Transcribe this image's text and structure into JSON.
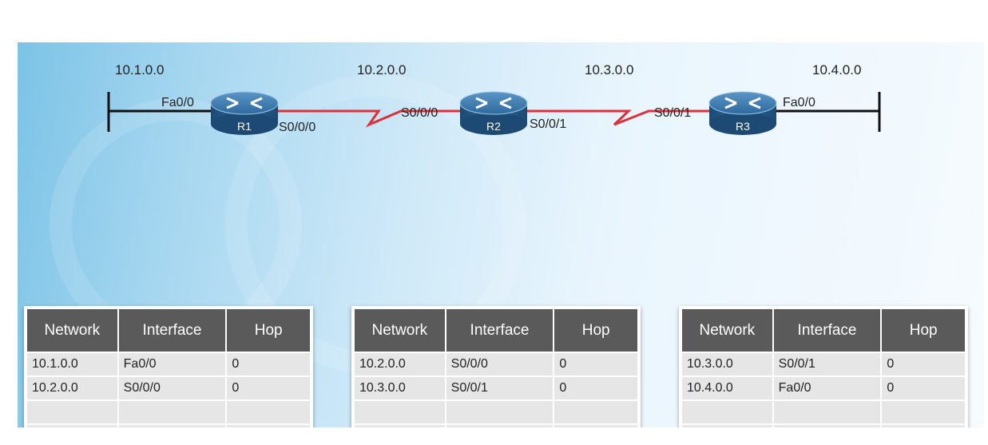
{
  "networks": [
    "10.1.0.0",
    "10.2.0.0",
    "10.3.0.0",
    "10.4.0.0"
  ],
  "routers": [
    {
      "name": "R1",
      "left_if": "Fa0/0",
      "right_if": "S0/0/0"
    },
    {
      "name": "R2",
      "left_if": "S0/0/0",
      "right_if": "S0/0/1"
    },
    {
      "name": "R3",
      "left_if": "S0/0/1",
      "right_if": "Fa0/0"
    }
  ],
  "colors": {
    "serial_link": "#e0303a",
    "ethernet_link": "#111111",
    "router_body": "#2a5f8e",
    "table_header": "#5a5a5a"
  },
  "tables": [
    {
      "headers": [
        "Network",
        "Interface",
        "Hop"
      ],
      "rows": [
        [
          "10.1.0.0",
          "Fa0/0",
          "0"
        ],
        [
          "10.2.0.0",
          "S0/0/0",
          "0"
        ],
        [
          "",
          "",
          ""
        ],
        [
          "",
          "",
          ""
        ]
      ]
    },
    {
      "headers": [
        "Network",
        "Interface",
        "Hop"
      ],
      "rows": [
        [
          "10.2.0.0",
          "S0/0/0",
          "0"
        ],
        [
          "10.3.0.0",
          "S0/0/1",
          "0"
        ],
        [
          "",
          "",
          ""
        ],
        [
          "",
          "",
          ""
        ]
      ]
    },
    {
      "headers": [
        "Network",
        "Interface",
        "Hop"
      ],
      "rows": [
        [
          "10.3.0.0",
          "S0/0/1",
          "0"
        ],
        [
          "10.4.0.0",
          "Fa0/0",
          "0"
        ],
        [
          "",
          "",
          ""
        ],
        [
          "",
          "",
          ""
        ]
      ]
    }
  ]
}
